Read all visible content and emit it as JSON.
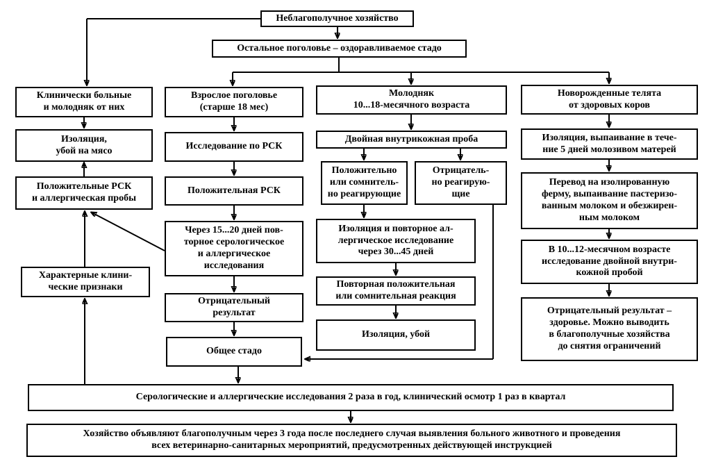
{
  "diagram": {
    "language": "ru",
    "type": "flowchart",
    "colors": {
      "line": "#000000",
      "box_border": "#000000",
      "background": "#ffffff",
      "text": "#000000"
    }
  },
  "nodes": {
    "top": {
      "lines": [
        "Неблагополучное хозяйство"
      ]
    },
    "herd": {
      "lines": [
        "Остальное поголовье – оздоравливаемое стадо"
      ]
    },
    "c1b1": {
      "lines": [
        "Клинически больные",
        "и молодняк от них"
      ]
    },
    "c1b2": {
      "lines": [
        "Изоляция,",
        "убой на мясо"
      ]
    },
    "c1b3": {
      "lines": [
        "Положительные РСК",
        "и аллергическая пробы"
      ]
    },
    "c1b4": {
      "lines": [
        "Характерные клини-",
        "ческие признаки"
      ]
    },
    "c2b1": {
      "lines": [
        "Взрослое поголовье",
        "(старше 18 мес)"
      ]
    },
    "c2b2": {
      "lines": [
        "Исследование по РСК"
      ]
    },
    "c2b3": {
      "lines": [
        "Положительная РСК"
      ]
    },
    "c2b4": {
      "lines": [
        "Через 15...20 дней пов-",
        "торное серологическое",
        "и аллергическое",
        "исследования"
      ]
    },
    "c2b5": {
      "lines": [
        "Отрицательный",
        "результат"
      ]
    },
    "c2b6": {
      "lines": [
        "Общее стадо"
      ]
    },
    "c3b1": {
      "lines": [
        "Молодняк",
        "10...18-месячного возраста"
      ]
    },
    "c3b2": {
      "lines": [
        "Двойная внутрикожная проба"
      ]
    },
    "c3b3": {
      "lines": [
        "Положительно",
        "или сомнитель-",
        "но реагирующие"
      ]
    },
    "c3b4": {
      "lines": [
        "Отрицатель-",
        "но реагирую-",
        "щие"
      ]
    },
    "c3b5": {
      "lines": [
        "Изоляция и повторное ал-",
        "лергическое исследование",
        "через 30...45 дней"
      ]
    },
    "c3b6": {
      "lines": [
        "Повторная положительная",
        "или сомнительная реакция"
      ]
    },
    "c3b7": {
      "lines": [
        "Изоляция, убой"
      ]
    },
    "c4b1": {
      "lines": [
        "Новорожденные телята",
        "от здоровых коров"
      ]
    },
    "c4b2": {
      "lines": [
        "Изоляция, выпаивание в тече-",
        "ние 5 дней молозивом матерей"
      ]
    },
    "c4b3": {
      "lines": [
        "Перевод на изолированную",
        "ферму, выпаивание пастеризо-",
        "ванным молоком и обезжирен-",
        "ным молоком"
      ]
    },
    "c4b4": {
      "lines": [
        "В 10...12-месячном возрасте",
        "исследование двойной внутри-",
        "кожной пробой"
      ]
    },
    "c4b5": {
      "lines": [
        "Отрицательный результат –",
        "здоровье. Можно выводить",
        "в благополучные хозяйства",
        "до снятия ограничений"
      ]
    },
    "wide1": {
      "lines": [
        "Серологические и аллергические исследования 2 раза в год, клинический осмотр 1 раз в квартал"
      ]
    },
    "wide2": {
      "lines": [
        "Хозяйство объявляют благополучным через 3 года после последнего случая выявления больного животного и проведения",
        "всех ветеринарно-санитарных мероприятий, предусмотренных действующей инструкцией"
      ]
    }
  }
}
